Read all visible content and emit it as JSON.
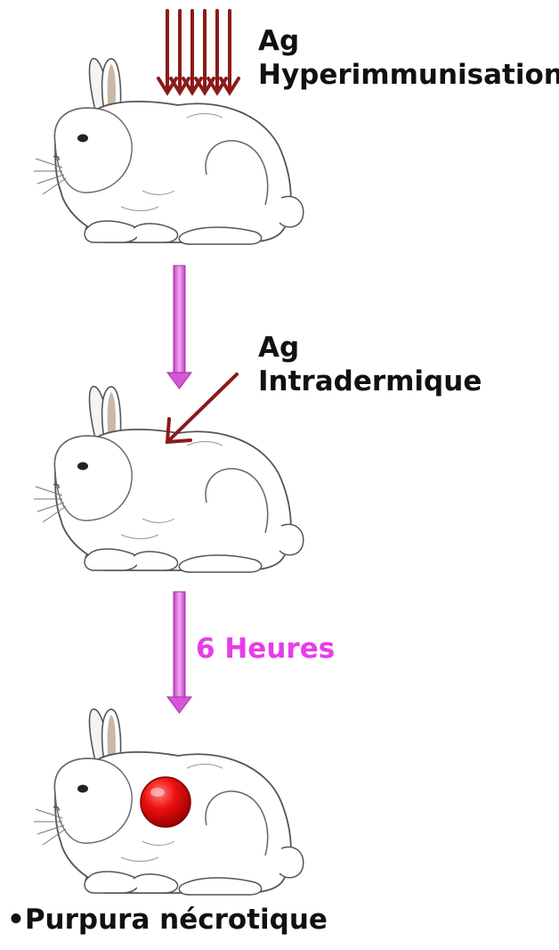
{
  "steps": [
    {
      "antigen": "Ag",
      "route": "Hyperimmunisation"
    },
    {
      "antigen": "Ag",
      "route": "Intradermique"
    }
  ],
  "interval": "6 Heures",
  "result": "•Purpura nécrotique",
  "colors": {
    "injection_arrow": "#8b1a1a",
    "flow_arrow": "#e06be0",
    "time_text": "#e83ce8",
    "lesion": "#e00000"
  },
  "icons": [
    "rabbit-illustration",
    "injection-arrows",
    "flow-arrow",
    "necrotic-lesion"
  ]
}
